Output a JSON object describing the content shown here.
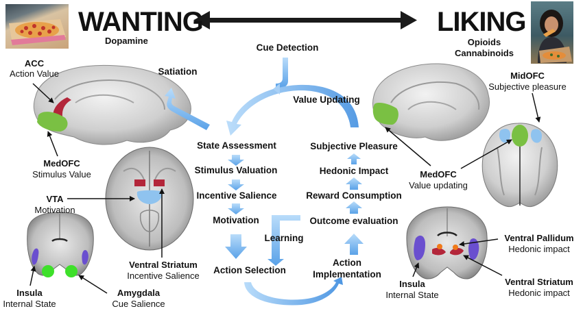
{
  "header": {
    "left_title": "WANTING",
    "left_subtitle": "Dopamine",
    "right_title": "LIKING",
    "right_subtitle_1": "Opioids",
    "right_subtitle_2": "Cannabinoids",
    "left_image": "pizza-box-photo",
    "right_image": "woman-eating-pizza-photo"
  },
  "colors": {
    "arrow_blue": "#7db8ee",
    "arrow_blue_dark": "#4a90d9",
    "acc_red": "#b3263a",
    "medofc_green": "#7ac043",
    "amygdala_green": "#3ee02a",
    "vta_blue": "#8fc3ef",
    "insula_purple": "#6a4fcf",
    "pallidum_orange": "#f07a1a",
    "brain_gray": "#c8c8c8"
  },
  "labels": {
    "acc": {
      "name": "ACC",
      "role": "Action Value"
    },
    "medofc_left": {
      "name": "MedOFC",
      "role": "Stimulus Value"
    },
    "vta": {
      "name": "VTA",
      "role": "Motivation"
    },
    "ventral_striatum_left": {
      "name": "Ventral Striatum",
      "role": "Incentive Salience"
    },
    "insula_left": {
      "name": "Insula",
      "role": "Internal State"
    },
    "amygdala": {
      "name": "Amygdala",
      "role": "Cue Salience"
    },
    "midofc": {
      "name": "MidOFC",
      "role": "Subjective pleasure"
    },
    "medofc_right": {
      "name": "MedOFC",
      "role": "Value updating"
    },
    "ventral_pallidum": {
      "name": "Ventral Pallidum",
      "role": "Hedonic impact"
    },
    "ventral_striatum_right": {
      "name": "Ventral Striatum",
      "role": "Hedonic impact"
    },
    "insula_right": {
      "name": "Insula",
      "role": "Internal State"
    }
  },
  "flow": {
    "cue_detection": "Cue Detection",
    "satiation": "Satiation",
    "value_updating": "Value Updating",
    "learning": "Learning",
    "left_column": [
      "State Assessment",
      "Stimulus Valuation",
      "Incentive Salience",
      "Motivation",
      "Action Selection"
    ],
    "right_column": [
      "Subjective Pleasure",
      "Hedonic Impact",
      "Reward Consumption",
      "Outcome evaluation"
    ],
    "action_implementation_1": "Action",
    "action_implementation_2": "Implementation"
  }
}
